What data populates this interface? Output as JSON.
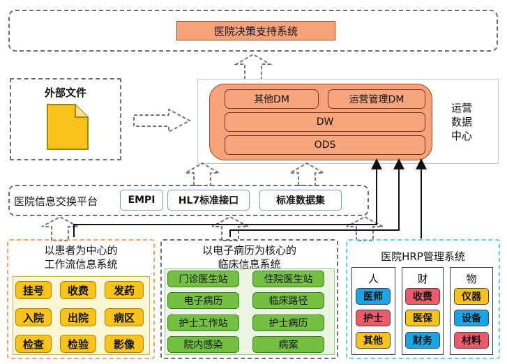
{
  "decision_support": {
    "title": "医院决策支持系统"
  },
  "external_files": {
    "title": "外部文件"
  },
  "data_center": {
    "title_lines": [
      "运营",
      "数据",
      "中心"
    ],
    "other_dm": "其他DM",
    "ops_dm": "运营管理DM",
    "dw": "DW",
    "ods": "ODS"
  },
  "exchange_platform": {
    "title": "医院信息交换平台",
    "items": [
      "EMPI",
      "HL7标准接口",
      "标准数据集"
    ]
  },
  "workflow_system": {
    "title_lines": [
      "以患者为中心的",
      "工作流信息系统"
    ],
    "items": [
      "挂号",
      "收费",
      "发药",
      "入院",
      "出院",
      "病区",
      "检查",
      "检验",
      "影像"
    ]
  },
  "clinical_system": {
    "title_lines": [
      "以电子病历为核心的",
      "临床信息系统"
    ],
    "items": [
      "门诊医生站",
      "住院医生站",
      "电子病历",
      "临床路径",
      "护士工作站",
      "护士病历",
      "院内感染",
      "病案"
    ]
  },
  "hrp_system": {
    "title": "医院HRP管理系统",
    "columns": [
      {
        "header": "人",
        "items": [
          "医师",
          "护士",
          "其他"
        ]
      },
      {
        "header": "财",
        "items": [
          "收费",
          "医保",
          "财务"
        ]
      },
      {
        "header": "物",
        "items": [
          "仪器",
          "设备",
          "材料"
        ]
      }
    ]
  },
  "colors": {
    "orange": "#f7a27a",
    "yellow": "#f6c21b",
    "green": "#74c043",
    "blue": "#1aa4e5",
    "red": "#ef5a6a",
    "cyan_border": "#5fd3e0"
  }
}
